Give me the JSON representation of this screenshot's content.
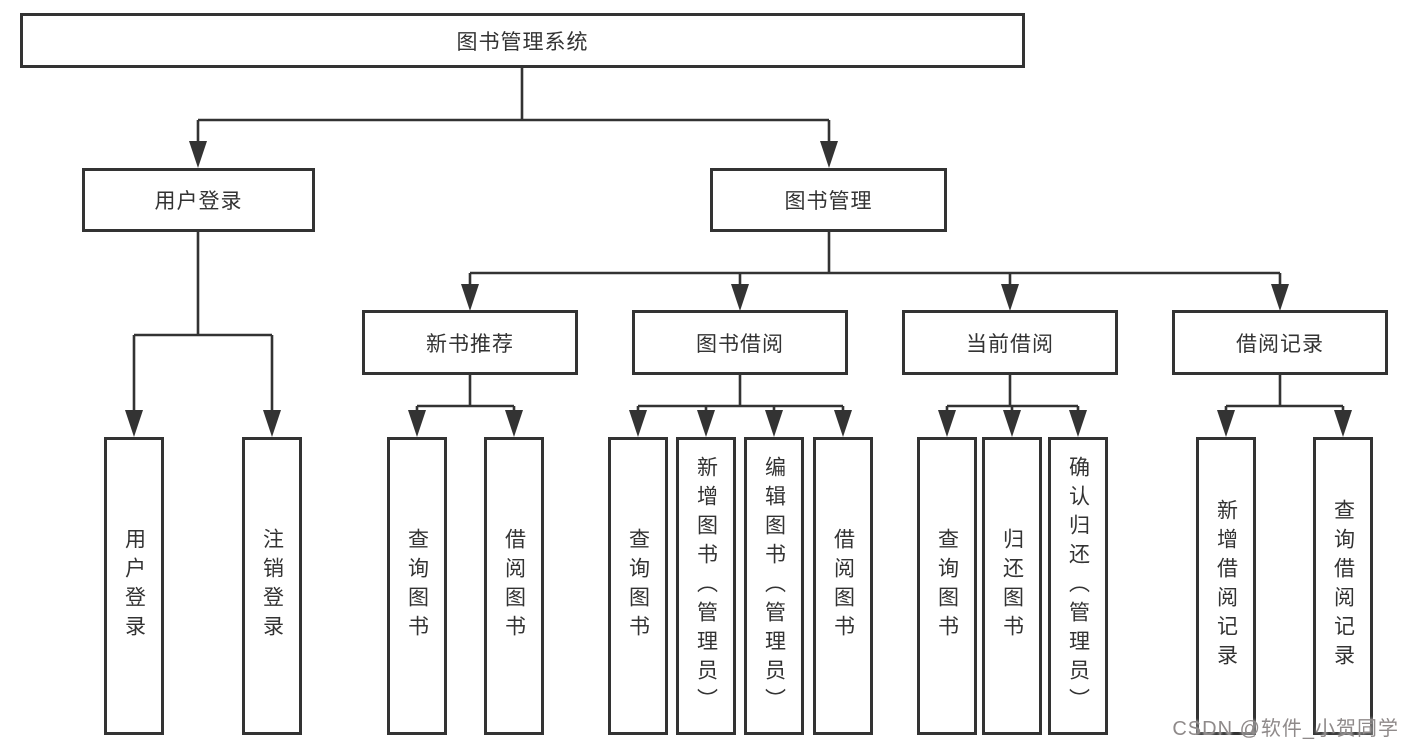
{
  "tree": {
    "root": {
      "label": "图书管理系统"
    },
    "level2": [
      {
        "label": "用户登录",
        "children": [
          {
            "label": "用户登录"
          },
          {
            "label": "注销登录"
          }
        ]
      },
      {
        "label": "图书管理",
        "children": [
          {
            "label": "新书推荐",
            "children": [
              {
                "label": "查询图书"
              },
              {
                "label": "借阅图书"
              }
            ]
          },
          {
            "label": "图书借阅",
            "children": [
              {
                "label": "查询图书"
              },
              {
                "label": "新增图书（管理员）"
              },
              {
                "label": "编辑图书（管理员）"
              },
              {
                "label": "借阅图书"
              }
            ]
          },
          {
            "label": "当前借阅",
            "children": [
              {
                "label": "查询图书"
              },
              {
                "label": "归还图书"
              },
              {
                "label": "确认归还（管理员）"
              }
            ]
          },
          {
            "label": "借阅记录",
            "children": [
              {
                "label": "新增借阅记录"
              },
              {
                "label": "查询借阅记录"
              }
            ]
          }
        ]
      }
    ]
  },
  "watermark": {
    "text": "CSDN @软件_小贺同学",
    "color": "#8f8a8a"
  },
  "colors": {
    "line": "#333333",
    "box_border": "#333333",
    "text": "#333333",
    "background": "#ffffff"
  }
}
